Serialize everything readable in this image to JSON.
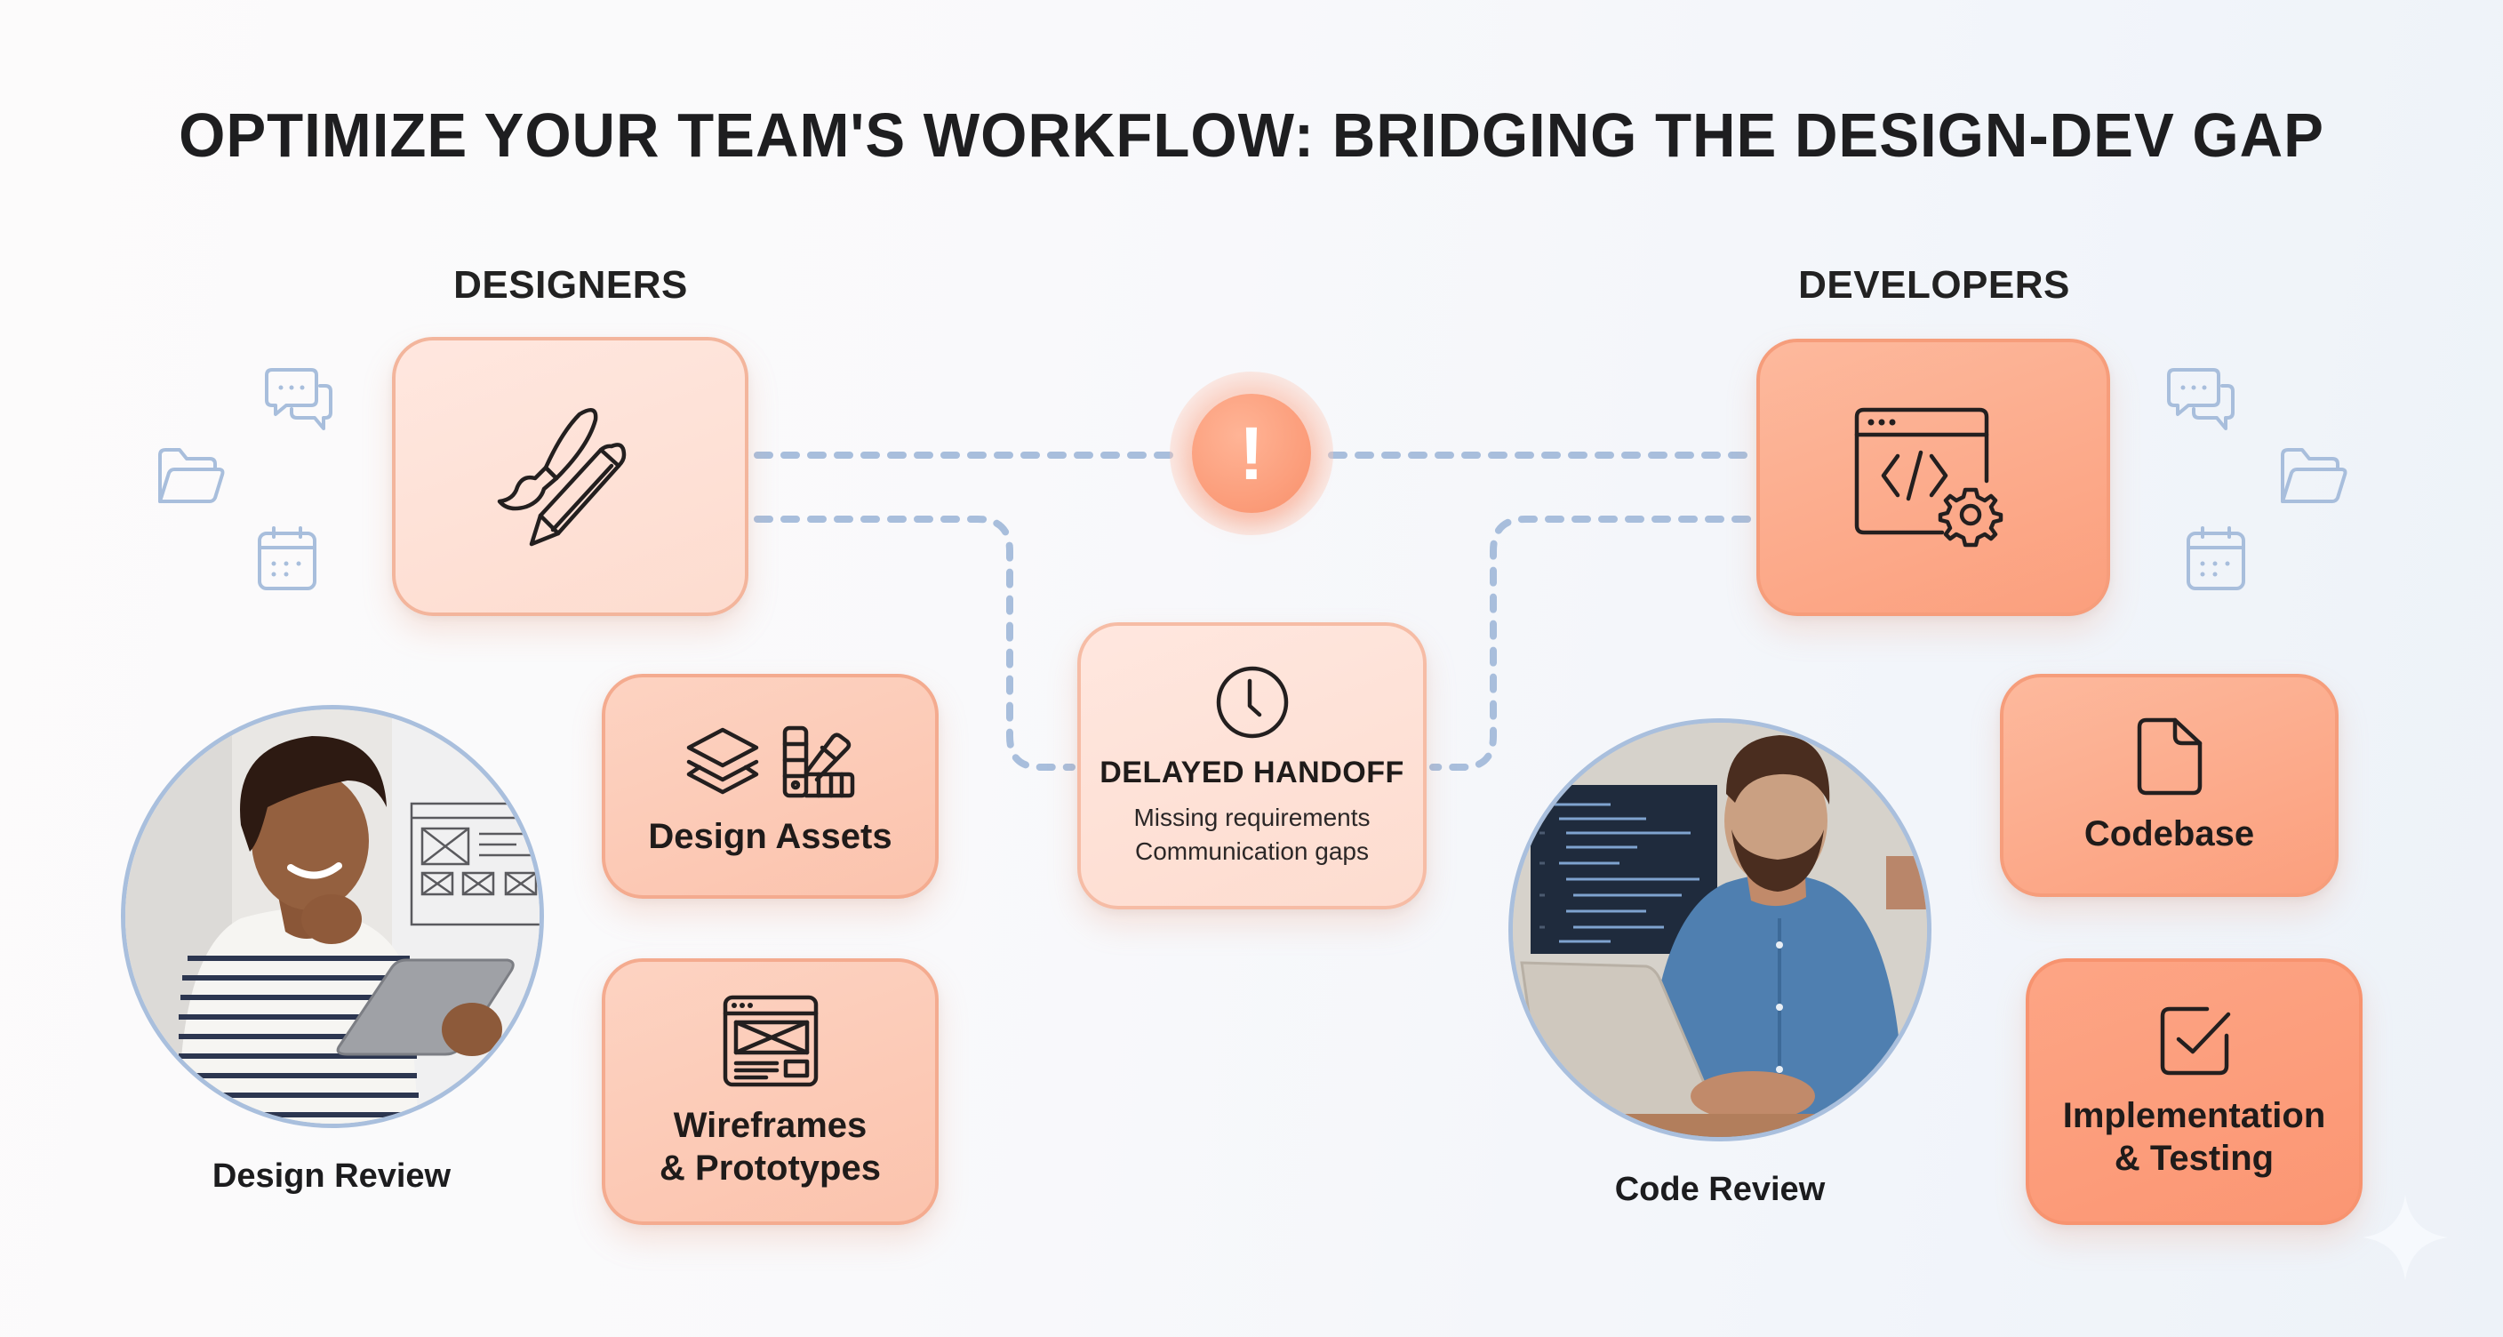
{
  "title": "OPTIMIZE YOUR TEAM'S WORKFLOW: BRIDGING THE DESIGN-DEV GAP",
  "colors": {
    "accent_light": "#fde0d5",
    "accent_strong": "#fb9b78",
    "connector": "#a8bedc",
    "text": "#1e1e20"
  },
  "designers": {
    "label": "DESIGNERS",
    "main_icon": "brush-pencil-icon",
    "floating_icons": [
      "chat-bubbles-icon",
      "folder-icon",
      "calendar-icon"
    ],
    "cards": [
      {
        "label": "Design Assets",
        "icons": [
          "layers-icon",
          "color-swatch-icon"
        ]
      },
      {
        "label_line1": "Wireframes",
        "label_line2": "& Prototypes",
        "icons": [
          "wireframe-browser-icon"
        ]
      }
    ],
    "photo_caption": "Design Review"
  },
  "developers": {
    "label": "DEVELOPERS",
    "main_icon": "code-window-gear-icon",
    "floating_icons": [
      "chat-bubbles-icon",
      "folder-icon",
      "calendar-icon"
    ],
    "cards": [
      {
        "label": "Codebase",
        "icons": [
          "document-icon"
        ]
      },
      {
        "label_line1": "Implementation",
        "label_line2": "& Testing",
        "icons": [
          "checkbox-icon"
        ]
      }
    ],
    "photo_caption": "Code Review"
  },
  "center": {
    "warning_icon": "!",
    "handoff_title": "DELAYED HANDOFF",
    "handoff_lines": [
      "Missing requirements",
      "Communication gaps"
    ],
    "handoff_icon": "clock-icon"
  }
}
